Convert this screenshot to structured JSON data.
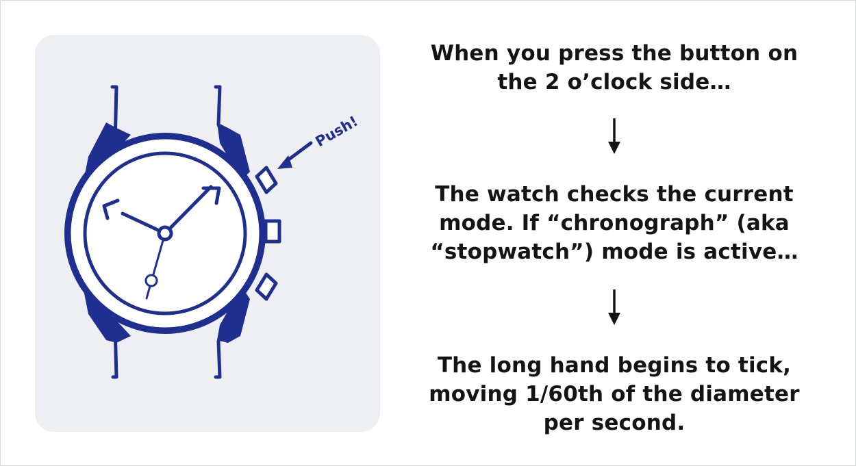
{
  "illustration": {
    "callout_label": "Push!",
    "colors": {
      "watch_blue": "#1e2f8f",
      "panel_bg": "#eeeff2",
      "dial_fill": "#ffffff"
    }
  },
  "steps": [
    {
      "text": "When you press the button on the 2 o’clock side…"
    },
    {
      "text": "The watch checks the current mode. If “chronograph” (aka “stopwatch”) mode is active…"
    },
    {
      "text": "The long hand begins to tick, moving 1/60th of the diameter per second."
    }
  ],
  "icons": {
    "flow_arrow": "down-arrow-icon"
  }
}
